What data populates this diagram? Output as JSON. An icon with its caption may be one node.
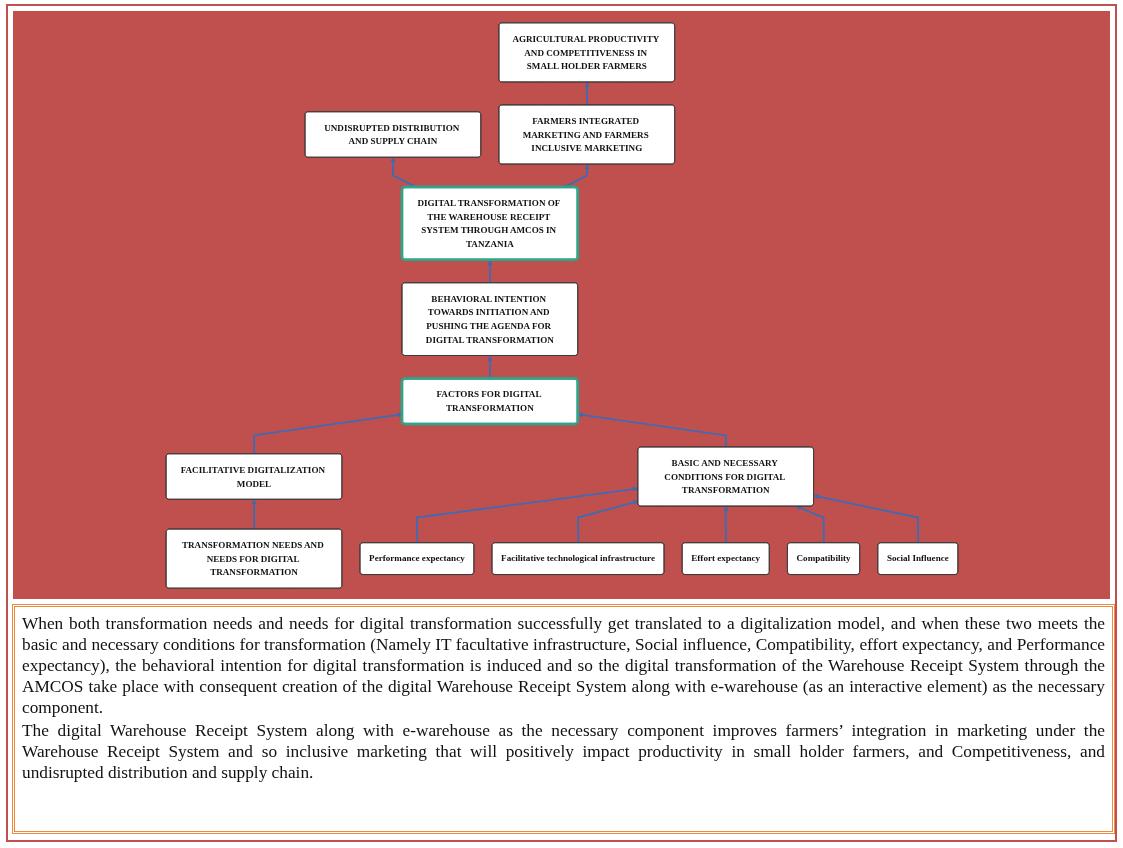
{
  "diagram": {
    "nodes": [
      {
        "text": [
          "UNDISRUPTED DISTRIBUTION AND SUPPLY CHAIN"
        ]
      },
      {
        "text": [
          "FARMERS INTEGRATED MARKETING AND FARMERS INCLUSIVE MARKETING"
        ]
      },
      {
        "text": [
          "AGRICULTURAL PRODUCTIVITY AND COMPETITIVENESS IN SMALL HOLDER FARMERS"
        ]
      },
      {
        "text": [
          "DIGITAL TRANSFORMATION OF THE WAREHOUSE RECEIPT SYSTEM THROUGH AMCOS IN TANZANIA"
        ]
      },
      {
        "text": [
          "BEHAVIORAL INTENTION TOWARDS INITIATION AND PUSHING THE AGENDA FOR DIGITAL TRANSFORMATION"
        ]
      },
      {
        "text": [
          "FACTORS FOR DIGITAL TRANSFORMATION"
        ]
      },
      {
        "text": [
          "FACILITATIVE DIGITALIZATION MODEL"
        ]
      },
      {
        "text": [
          "TRANSFORMATION NEEDS AND NEEDS FOR DIGITAL TRANSFORMATION"
        ]
      },
      {
        "text": [
          "Performance expectancy"
        ]
      },
      {
        "text": [
          "BASIC AND NECESSARY CONDITIONS FOR DIGITAL TRANSFORMATION"
        ]
      },
      {
        "text": [
          "Facilitative technological infrastructure"
        ]
      },
      {
        "text": [
          "Effort expectancy"
        ]
      },
      {
        "text": [
          "Compatibility"
        ]
      },
      {
        "text": [
          "Social Influence"
        ]
      }
    ],
    "edges": [
      {
        "from": 3,
        "to": 0,
        "arrow": "to"
      },
      {
        "from": 3,
        "to": 1,
        "arrow": "to"
      },
      {
        "from": 1,
        "to": 2,
        "arrow": "to"
      },
      {
        "from": 4,
        "to": 3,
        "arrow": "to"
      },
      {
        "from": 5,
        "to": 4,
        "arrow": "to"
      },
      {
        "from": 6,
        "to": 5,
        "arrow": "to"
      },
      {
        "from": 7,
        "to": 6,
        "arrow": "to"
      },
      {
        "from": 9,
        "to": 5,
        "arrow": "to"
      },
      {
        "from": 8,
        "to": 9,
        "arrow": "to"
      },
      {
        "from": 10,
        "to": 9,
        "arrow": "to"
      },
      {
        "from": 11,
        "to": 9,
        "arrow": "to"
      },
      {
        "from": 12,
        "to": 9,
        "arrow": "to"
      },
      {
        "from": 13,
        "to": 9,
        "arrow": "to"
      }
    ],
    "labels": [
      "When both transformation needs and needs for digital transformation successfully get translated to a digitalization model, and when these two meets the basic and necessary conditions for transformation (Namely IT facultative infrastructure, Social influence, Compatibility, effort expectancy, and Performance expectancy), the behavioral intention for digital transformation is induced and so the digital transformation of the Warehouse Receipt System through the AMCOS take place with consequent creation of the digital Warehouse Receipt System along with e-warehouse (as an interactive element) as the necessary component.",
      "The digital Warehouse Receipt System along with e-warehouse as the necessary component improves farmers’ integration in marketing under the Warehouse Receipt System and so inclusive marketing that will positively impact productivity in small holder farmers, and Competitiveness, and undisrupted distribution and supply chain."
    ]
  }
}
